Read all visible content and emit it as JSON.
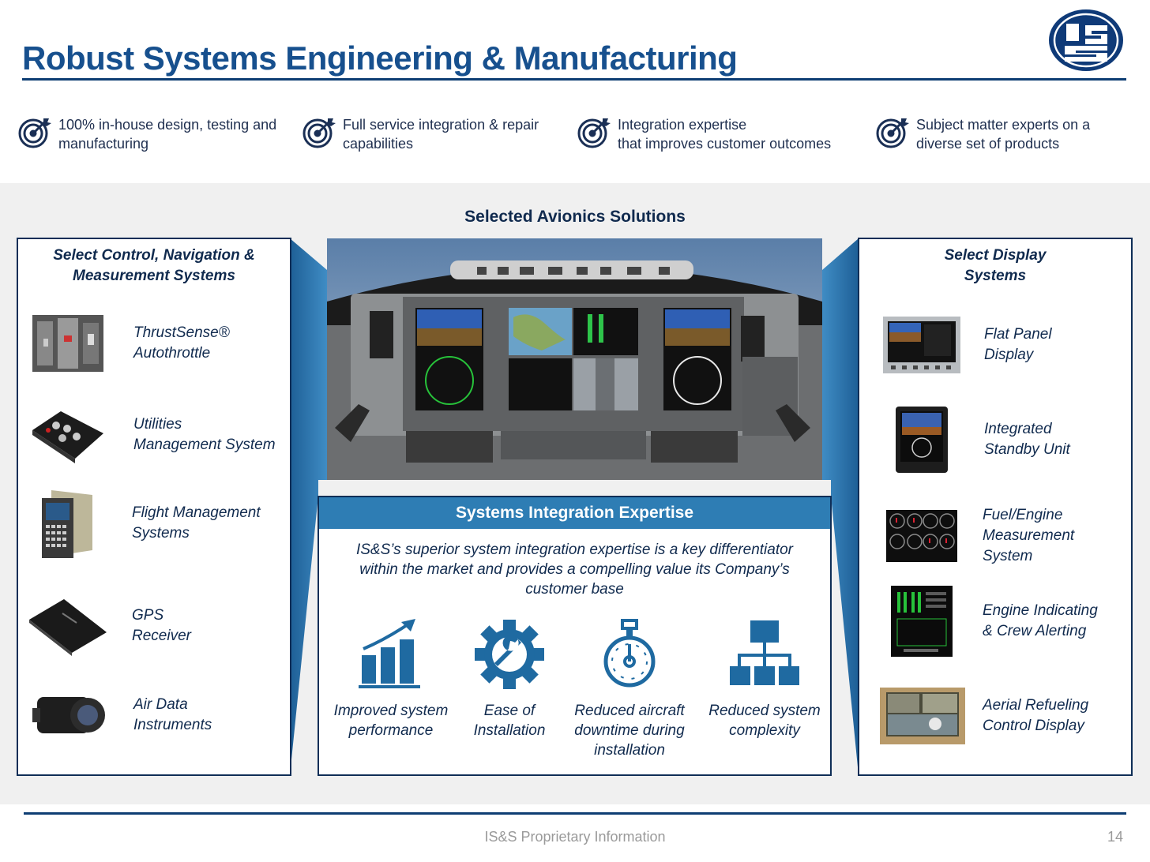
{
  "header": {
    "title": "Robust Systems Engineering & Manufacturing",
    "logo_text": "IS&S"
  },
  "bullets": [
    {
      "lines": [
        "100% in-house design, testing and",
        "manufacturing"
      ],
      "icon": "target-icon"
    },
    {
      "lines": [
        "Full service integration & repair",
        "capabilities"
      ],
      "icon": "target-icon"
    },
    {
      "lines": [
        "Integration expertise",
        "that improves customer outcomes"
      ],
      "icon": "target-icon"
    },
    {
      "lines": [
        "Subject matter experts on a",
        "diverse set of products"
      ],
      "icon": "target-icon"
    }
  ],
  "center_heading": "Selected Avionics Solutions",
  "left_panel": {
    "heading": [
      "Select Control, Navigation &",
      "Measurement Systems"
    ],
    "items": [
      {
        "lines": [
          "ThrustSense®",
          "Autothrottle"
        ]
      },
      {
        "lines": [
          "Utilities",
          "Management System"
        ]
      },
      {
        "lines": [
          "Flight Management",
          "Systems"
        ]
      },
      {
        "lines": [
          "GPS",
          "Receiver"
        ]
      },
      {
        "lines": [
          "Air Data",
          "Instruments"
        ]
      }
    ]
  },
  "right_panel": {
    "heading": [
      "Select Display",
      "Systems"
    ],
    "items": [
      {
        "lines": [
          "Flat Panel",
          "Display"
        ]
      },
      {
        "lines": [
          "Integrated",
          "Standby Unit"
        ]
      },
      {
        "lines": [
          "Fuel/Engine",
          "Measurement",
          "System"
        ]
      },
      {
        "lines": [
          "Engine Indicating",
          "& Crew Alerting"
        ]
      },
      {
        "lines": [
          "Aerial Refueling",
          "Control Display"
        ]
      }
    ]
  },
  "integration": {
    "title": "Systems Integration Expertise",
    "description": [
      "IS&S’s superior system integration expertise is a key differentiator",
      "within the market and provides a compelling value its Company’s",
      "customer base"
    ],
    "benefits": [
      {
        "lines": [
          "Improved system",
          "performance"
        ],
        "icon": "bar-chart-growth-icon"
      },
      {
        "lines": [
          "Ease of",
          "Installation"
        ],
        "icon": "gear-wrench-icon"
      },
      {
        "lines": [
          "Reduced aircraft",
          "downtime during",
          "installation"
        ],
        "icon": "stopwatch-icon"
      },
      {
        "lines": [
          "Reduced system",
          "complexity"
        ],
        "icon": "org-hierarchy-icon"
      }
    ]
  },
  "footer": {
    "text": "IS&S Proprietary Information",
    "page": "14"
  },
  "colors": {
    "title_blue": "#17508e",
    "navy": "#0f2e57",
    "accent_blue": "#2e7db4",
    "gray_band": "#f0f0f0"
  }
}
